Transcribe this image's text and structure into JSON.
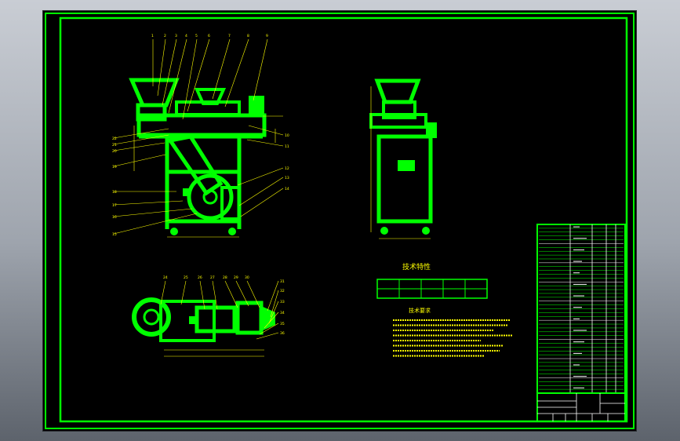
{
  "drawing": {
    "tech_spec_title": "技术特性",
    "tech_spec_headers": [
      "",
      "",
      "",
      "",
      ""
    ],
    "tech_spec_values": [
      "",
      "",
      "",
      "",
      ""
    ],
    "requirements_title": "技术要求",
    "requirements_lines": [
      "",
      "",
      "",
      "",
      "",
      "",
      "",
      ""
    ],
    "front_callouts_top": [
      "1",
      "2",
      "3",
      "4",
      "5",
      "6",
      "7",
      "8",
      "9"
    ],
    "front_callouts_left": [
      "22",
      "21",
      "20",
      "19",
      "18",
      "17",
      "16",
      "15"
    ],
    "front_callouts_right": [
      "10",
      "11",
      "12",
      "13",
      "14"
    ],
    "top_callouts": [
      "24",
      "25",
      "26",
      "27",
      "28",
      "29",
      "30",
      "31",
      "32",
      "33",
      "34",
      "35",
      "36"
    ],
    "title_block": {
      "name": "",
      "drawing_no": "",
      "label_a": "",
      "label_b": ""
    },
    "bom_rows": 44
  },
  "colors": {
    "line": "#00ff00",
    "annotation": "#ffff00",
    "table_text": "#ffffff",
    "background": "#000000"
  }
}
